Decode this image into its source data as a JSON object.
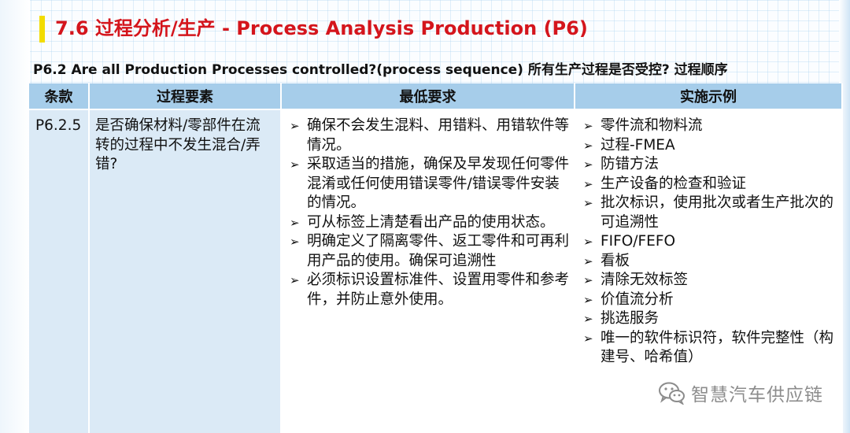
{
  "header": {
    "title": "7.6 过程分析/生产 - Process Analysis Production (P6)",
    "question": "P6.2 Are all Production Processes controlled?(process sequence) 所有生产过程是否受控? 过程顺序"
  },
  "table": {
    "headers": [
      "条款",
      "过程要素",
      "最低要求",
      "实施示例"
    ],
    "row": {
      "clause": "P6.2.5",
      "element": "是否确保材料/零部件在流转的过程中不发生混合/弄错?",
      "min_requirements": [
        "确保不会发生混料、用错料、用错软件等情况。",
        "采取适当的措施，确保及早发现任何零件混淆或任何使用错误零件/错误零件安装的情况。",
        "可从标签上清楚看出产品的使用状态。",
        "明确定义了隔离零件、返工零件和可再利用产品的使用。确保可追溯性",
        "必须标识设置标准件、设置用零件和参考件，并防止意外使用。"
      ],
      "examples": [
        "零件流和物料流",
        "过程-FMEA",
        "防错方法",
        "生产设备的检查和验证",
        "批次标识，使用批次或者生产批次的可追溯性",
        "FIFO/FEFO",
        "看板",
        "清除无效标签",
        "价值流分析",
        "挑选服务",
        "唯一的软件标识符，软件完整性（构建号、哈希值）"
      ]
    }
  },
  "bullet_symbol": "➢",
  "watermark": {
    "text": "智慧汽车供应链",
    "icon": "wechat-icon"
  },
  "colors": {
    "title": "#d4151c",
    "title_accent_bar": "#f2dc00",
    "table_header_bg": "#a6cdea",
    "table_first_cols_bg": "#dbeaf6"
  }
}
